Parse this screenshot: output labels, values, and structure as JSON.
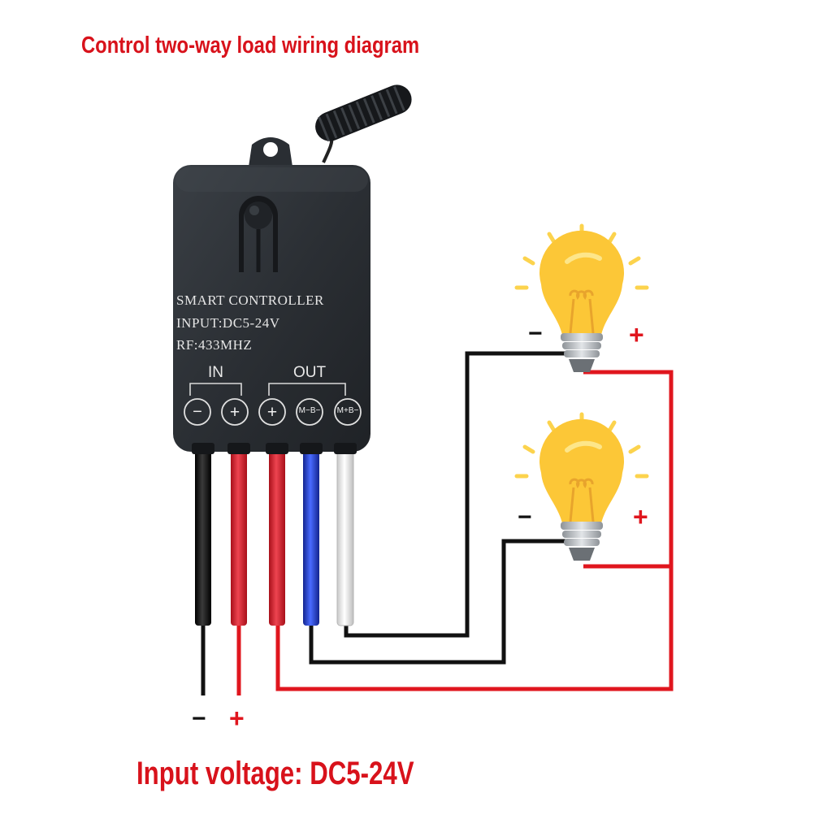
{
  "title": "Control two-way load wiring diagram",
  "device": {
    "name_line": "SMART CONTROLLER",
    "input_line": "INPUT:DC5-24V",
    "rf_line": "RF:433MHZ",
    "in_label": "IN",
    "out_label": "OUT",
    "terminals": [
      "−",
      "+",
      "+",
      "M−B−",
      "M+B−"
    ]
  },
  "polarity": {
    "minus": "−",
    "plus": "+"
  },
  "input_voltage": "Input voltage: DC5-24V",
  "colors": {
    "title_red": "#d8121b",
    "wire_black": "#111111",
    "wire_red": "#e0161e",
    "wire_blue": "#1f3fd6",
    "wire_white": "#f5f5f5",
    "device_body": "#2c3035",
    "bulb_yellow": "#fcc737"
  }
}
